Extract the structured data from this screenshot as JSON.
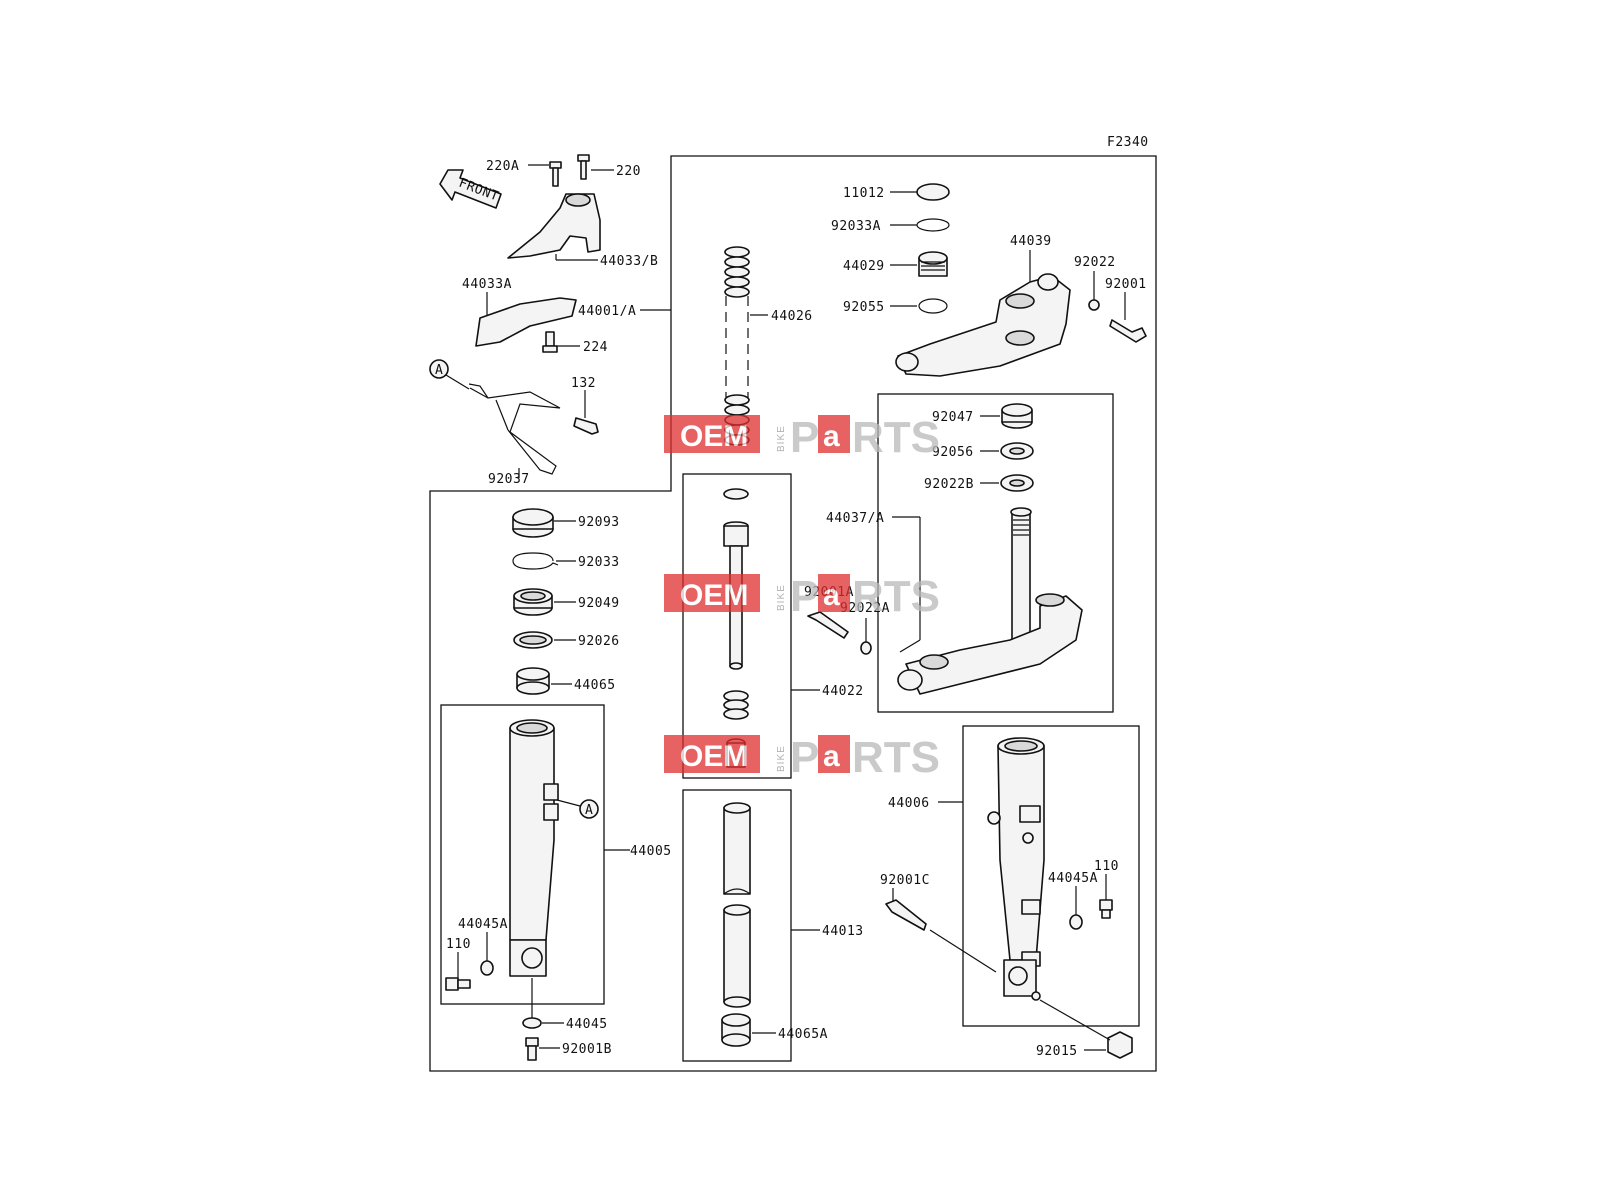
{
  "figure_code": "F2340",
  "front_arrow_text": "FRONT",
  "ref_marker": "A",
  "watermark": {
    "oem": "OEM",
    "bike": "BIKE",
    "p": "P",
    "a": "a",
    "rts": "RTS",
    "red": "#e03030",
    "gray": "#b0b0b0"
  },
  "parts": {
    "p220A": "220A",
    "p220": "220",
    "p44033B": "44033/B",
    "p44033A": "44033A",
    "p224": "224",
    "p132": "132",
    "p92037": "92037",
    "p44001A": "44001/A",
    "p44026": "44026",
    "p11012": "11012",
    "p92033A": "92033A",
    "p44029": "44029",
    "p92055": "92055",
    "p44039": "44039",
    "p92022": "92022",
    "p92001": "92001",
    "p92047": "92047",
    "p92056": "92056",
    "p92022B": "92022B",
    "p44037A": "44037/A",
    "p92001A": "92001A",
    "p92022A": "92022A",
    "p44022": "44022",
    "p92093": "92093",
    "p92033": "92033",
    "p92049": "92049",
    "p92026": "92026",
    "p44065": "44065",
    "p44005": "44005",
    "p44045A_l": "44045A",
    "p110_l": "110",
    "p44045": "44045",
    "p92001B": "92001B",
    "p44013": "44013",
    "p44065A": "44065A",
    "p44006": "44006",
    "p110_r": "110",
    "p44045A_r": "44045A",
    "p92001C": "92001C",
    "p92015": "92015"
  }
}
